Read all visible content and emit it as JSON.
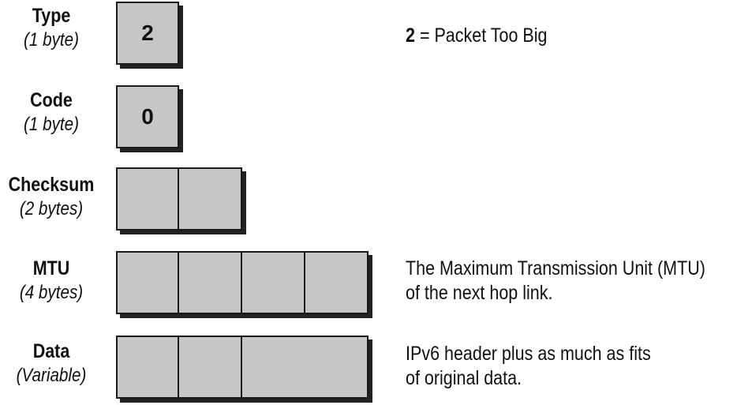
{
  "rows": [
    {
      "name": "Type",
      "size": "(1 byte)",
      "cells": [
        "2"
      ]
    },
    {
      "name": "Code",
      "size": "(1 byte)",
      "cells": [
        "0"
      ]
    },
    {
      "name": "Checksum",
      "size": "(2 bytes)",
      "cells": [
        "",
        ""
      ]
    },
    {
      "name": "MTU",
      "size": "(4 bytes)",
      "cells": [
        "",
        "",
        "",
        ""
      ]
    },
    {
      "name": "Data",
      "size": "(Variable)",
      "cells": [
        "",
        "",
        ""
      ]
    }
  ],
  "notes": {
    "type_value": "2",
    "type_rest": "= Packet Too Big",
    "mtu_line1": "The Maximum Transmission Unit (MTU)",
    "mtu_line2": "of the next hop link.",
    "data_line1": "IPv6 header plus as much as fits",
    "data_line2": "of original data."
  },
  "colors": {
    "cell_fill": "#c6c6c6",
    "outline": "#1a1a1a",
    "shadow": "#222222"
  }
}
